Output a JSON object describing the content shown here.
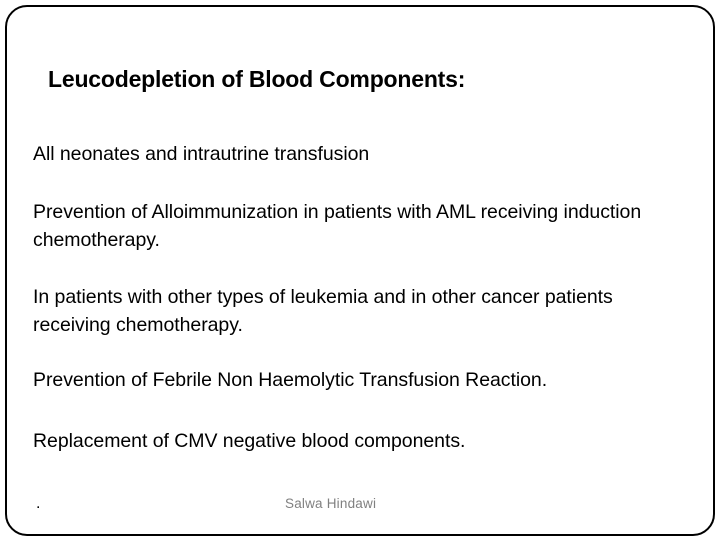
{
  "slide": {
    "title": "Leucodepletion of Blood Components:",
    "paragraphs": [
      " All neonates and intrautrine transfusion",
      "Prevention of Alloimmunization in patients with AML receiving induction chemotherapy.",
      " In patients with other types of leukemia and in other cancer patients receiving chemotherapy.",
      "Prevention of Febrile Non Haemolytic Transfusion Reaction.",
      "Replacement of CMV negative blood components."
    ],
    "footer": {
      "marker": ".",
      "credit": "Salwa Hindawi"
    },
    "colors": {
      "text": "#000000",
      "footer_text": "#808080",
      "border": "#000000",
      "background": "#ffffff"
    }
  }
}
